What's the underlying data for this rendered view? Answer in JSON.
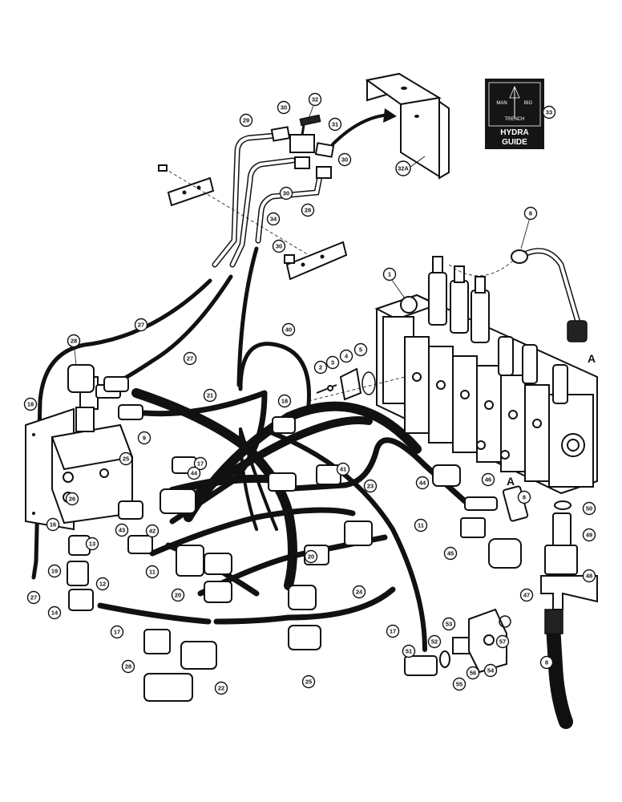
{
  "logo": {
    "line1_left": "MAN",
    "line1_right": "BIG",
    "line2": "TRENCH",
    "line3": "HYDRA",
    "line4": "GUIDE"
  },
  "reference_letters": [
    "A",
    "A"
  ],
  "callouts": [
    "1",
    "2",
    "3",
    "4",
    "5",
    "8",
    "8",
    "8",
    "9",
    "11",
    "11",
    "12",
    "13",
    "14",
    "16",
    "17",
    "17",
    "17",
    "18",
    "18",
    "19",
    "20",
    "20",
    "21",
    "22",
    "23",
    "24",
    "25",
    "25",
    "26",
    "27",
    "27",
    "27",
    "28",
    "28",
    "28",
    "29",
    "30",
    "30",
    "30",
    "30",
    "31",
    "32",
    "32A",
    "33",
    "34",
    "40",
    "41",
    "42",
    "43",
    "44",
    "44",
    "45",
    "46",
    "46",
    "47",
    "48",
    "49",
    "50",
    "51",
    "52",
    "53",
    "54",
    "55",
    "56",
    "57"
  ]
}
